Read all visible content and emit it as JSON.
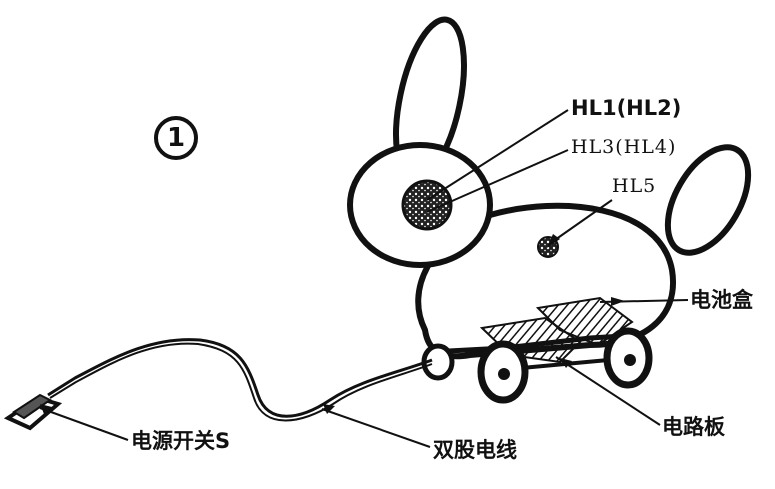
{
  "figure": {
    "number": "1",
    "labels": {
      "hl1": "HL1(HL2)",
      "hl3": "HL3(HL4)",
      "hl5": "HL5",
      "battery_box": "电池盒",
      "circuit_board": "电路板",
      "twin_wire": "双股电线",
      "power_switch": "电源开关S"
    }
  },
  "colors": {
    "ink": "#111111",
    "paper": "#ffffff"
  }
}
